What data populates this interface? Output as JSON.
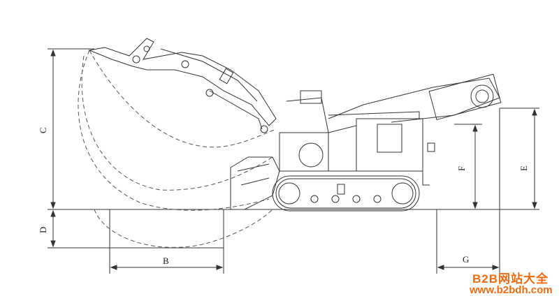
{
  "dimensions": {
    "c": "C",
    "d": "D",
    "b": "B",
    "f": "F",
    "e": "E",
    "g": "G"
  },
  "watermark": {
    "title": "B2B网站大全",
    "url": "www.b2bdh.com"
  },
  "colors": {
    "line": "#333333",
    "watermark": "#f26a10"
  }
}
